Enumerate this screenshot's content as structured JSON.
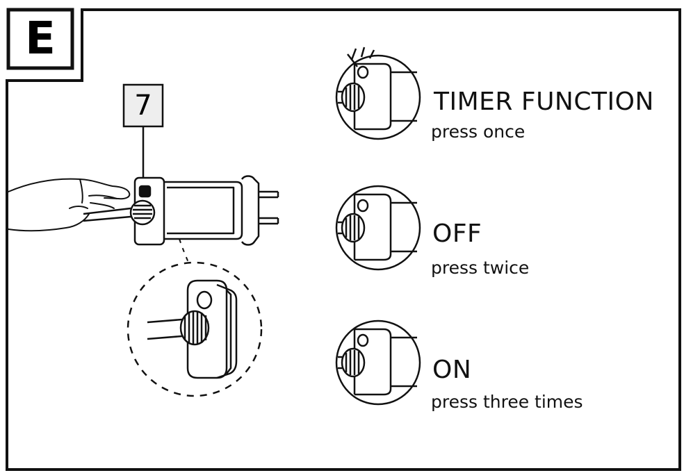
{
  "section_letter": "E",
  "part_number": "7",
  "functions": [
    {
      "title": "TIMER FUNCTION",
      "instruction": "press once"
    },
    {
      "title": "OFF",
      "instruction": "press twice"
    },
    {
      "title": "ON",
      "instruction": "press three times"
    }
  ],
  "colors": {
    "line": "#111111",
    "badge_fill": "#eeeeee",
    "background": "#ffffff"
  }
}
